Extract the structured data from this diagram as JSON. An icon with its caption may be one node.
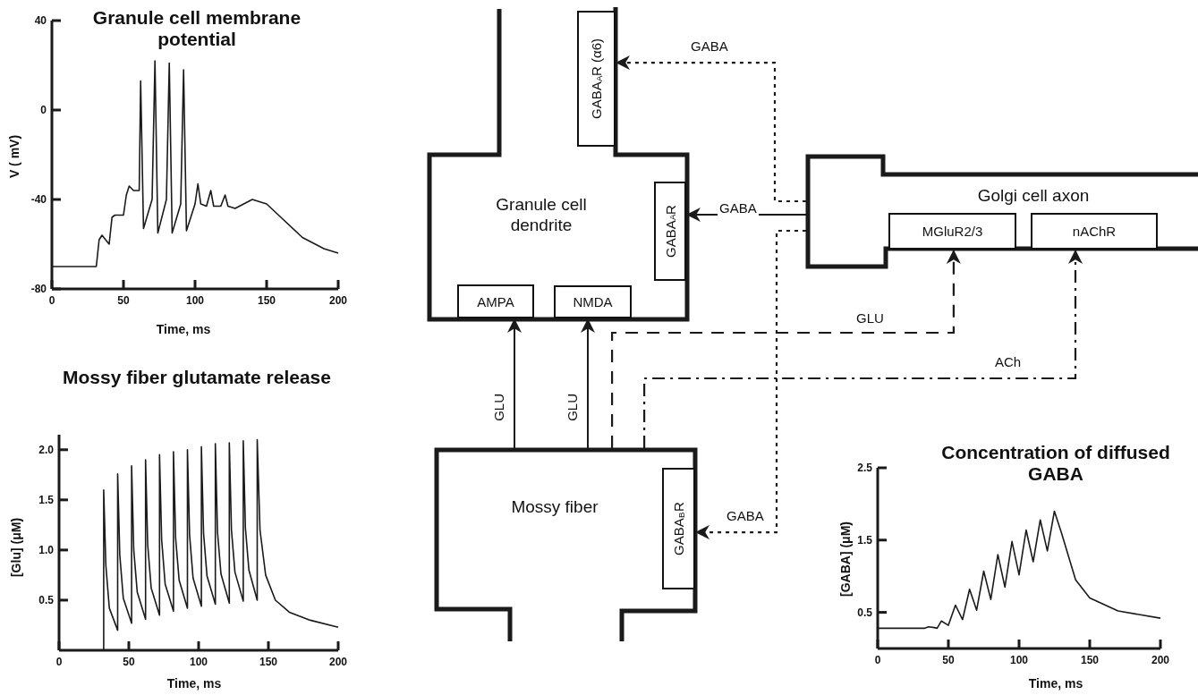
{
  "diagram": {
    "nodes": [
      {
        "text": [
          "Granule cell dendrite"
        ]
      },
      {
        "text": [
          "GABA$_{A}$R (α6)"
        ],
        "in": 0
      },
      {
        "text": [
          "GABA$_{A}$R"
        ],
        "in": 0
      },
      {
        "text": [
          "AMPA"
        ],
        "in": 0
      },
      {
        "text": [
          "NMDA"
        ],
        "in": 0
      },
      {
        "text": [
          "Golgi cell axon"
        ]
      },
      {
        "text": [
          "MGluR2/3"
        ],
        "in": 5
      },
      {
        "text": [
          "nAChR"
        ],
        "in": 5
      },
      {
        "text": [
          "Mossy fiber"
        ]
      },
      {
        "text": [
          "GABA$_{B}$R"
        ],
        "in": 8
      }
    ],
    "edges": [
      {
        "from": 5,
        "to": 2,
        "arrow": "to",
        "label": "GABA"
      },
      {
        "from": 5,
        "to": 1,
        "arrow": "to",
        "label": "GABA",
        "style": "dashed"
      },
      {
        "from": 5,
        "to": 9,
        "arrow": "to",
        "label": "GABA",
        "style": "dashed"
      },
      {
        "from": 8,
        "to": 3,
        "arrow": "to",
        "label": "GLU"
      },
      {
        "from": 8,
        "to": 4,
        "arrow": "to",
        "label": "GLU"
      },
      {
        "from": 8,
        "to": 6,
        "arrow": "to",
        "label": "GLU",
        "style": "dashed"
      },
      {
        "from": 8,
        "to": 7,
        "arrow": "to",
        "label": "ACh",
        "style": "dashed"
      }
    ],
    "chart_data": [
      {
        "type": "line",
        "title": "Granule cell membrane potential",
        "xlabel": "Time, ms",
        "ylabel": "V ( mV)",
        "x": [
          0,
          31,
          33,
          35,
          40,
          42,
          44,
          50,
          52,
          54,
          57,
          61,
          62,
          64,
          70,
          72,
          74,
          80,
          82,
          84,
          90,
          92,
          94,
          100,
          102,
          104,
          108,
          111,
          113,
          118,
          121,
          123,
          128,
          140,
          150,
          160,
          175,
          190,
          200
        ],
        "series": [
          {
            "values": [
              -70,
              -70,
              -58,
              -56,
              -60,
              -48,
              -47,
              -47,
              -38,
              -34,
              -36,
              -36,
              13,
              -53,
              -40,
              22,
              -55,
              -40,
              21,
              -55,
              -42,
              18,
              -54,
              -42,
              -33,
              -42,
              -43,
              -36,
              -43,
              -43,
              -38,
              -43,
              -44,
              -40,
              -42,
              -48,
              -57,
              -62,
              -64
            ]
          }
        ],
        "xlim": [
          0,
          200
        ],
        "ylim": [
          -80,
          40
        ],
        "xticks": [
          0,
          50,
          100,
          150,
          200
        ],
        "yticks": [
          -80,
          -40,
          0,
          40
        ]
      },
      {
        "type": "line",
        "title": "Mossy fiber glutamate release",
        "xlabel": "Time, ms",
        "ylabel": "[Glu]  (μM)",
        "x": [
          32,
          32,
          33.5,
          36,
          42,
          42,
          43.5,
          46,
          52,
          52,
          53.5,
          56,
          62,
          62,
          63.5,
          66,
          72,
          72,
          73.5,
          76,
          82,
          82,
          83.5,
          86,
          92,
          92,
          93.5,
          96,
          102,
          102,
          103.5,
          106,
          112,
          112,
          113.5,
          116,
          122,
          122,
          123.5,
          126,
          132,
          132,
          133.5,
          136,
          142,
          142,
          144,
          148,
          155,
          165,
          180,
          200
        ],
        "series": [
          {
            "values": [
              0,
              1.6,
              0.85,
              0.42,
              0.2,
              1.76,
              0.95,
              0.52,
              0.27,
              1.84,
              1.0,
              0.58,
              0.31,
              1.9,
              1.05,
              0.62,
              0.35,
              1.95,
              1.1,
              0.66,
              0.39,
              1.98,
              1.12,
              0.7,
              0.42,
              2.0,
              1.15,
              0.72,
              0.44,
              2.03,
              1.17,
              0.74,
              0.46,
              2.06,
              1.18,
              0.76,
              0.47,
              2.07,
              1.2,
              0.78,
              0.49,
              2.09,
              1.22,
              0.8,
              0.5,
              2.1,
              1.2,
              0.75,
              0.5,
              0.38,
              0.3,
              0.23
            ]
          }
        ],
        "xlim": [
          0,
          200
        ],
        "ylim": [
          0,
          2.15
        ],
        "xticks": [
          0,
          50,
          100,
          150,
          200
        ],
        "yticks": [
          0.5,
          {
            "value": 1,
            "label": "1.0"
          },
          1.5,
          {
            "value": 2,
            "label": "2.0"
          }
        ]
      },
      {
        "type": "line",
        "title": "Concentration of diffused GABA",
        "xlabel": "Time, ms",
        "ylabel": "[GABA] (μM)",
        "x": [
          0,
          33,
          36,
          40,
          42,
          45,
          50,
          55,
          60,
          65,
          70,
          75,
          80,
          85,
          90,
          95,
          100,
          105,
          110,
          115,
          120,
          125,
          130,
          140,
          150,
          170,
          200
        ],
        "series": [
          {
            "values": [
              0.28,
              0.28,
              0.3,
              0.29,
              0.28,
              0.38,
              0.32,
              0.6,
              0.4,
              0.82,
              0.53,
              1.07,
              0.68,
              1.3,
              0.85,
              1.48,
              1.02,
              1.64,
              1.2,
              1.78,
              1.35,
              1.9,
              1.6,
              0.95,
              0.7,
              0.52,
              0.42
            ]
          }
        ],
        "xlim": [
          0,
          200
        ],
        "ylim": [
          0,
          2.5
        ],
        "xticks": [
          0,
          50,
          100,
          150,
          200
        ],
        "yticks": [
          0.5,
          1.5,
          2.5
        ]
      }
    ]
  }
}
